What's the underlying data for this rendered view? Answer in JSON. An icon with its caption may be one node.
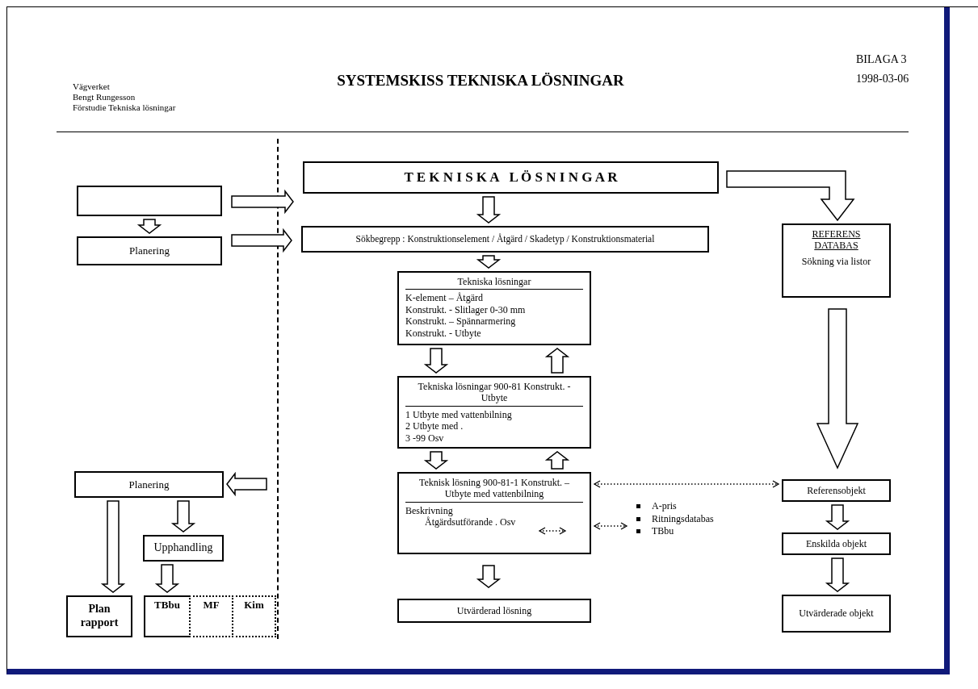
{
  "diagram": {
    "title": "SYSTEMSKISS TEKNISKA LÖSNINGAR",
    "nodes": [
      {
        "text": [],
        "shape": "box"
      },
      {
        "text": [
          "Planering"
        ]
      },
      {
        "text": [
          "T E K N I S K A   L Ö S N I N G A R"
        ]
      },
      {
        "text": [
          "Sökbegrepp : Konstruktionselement / Åtgärd / Skadetyp / Konstruktionsmaterial"
        ]
      },
      {
        "text": [
          "Tekniska lösningar",
          "K-element – Åtgärd",
          "Konstrukt. - Slitlager 0-30 mm",
          "Konstrukt. – Spännarmering",
          "Konstrukt. - Utbyte"
        ]
      },
      {
        "text": [
          "Tekniska lösningar 900-81 Konstrukt. - Utbyte",
          "1 Utbyte med vattenbilning",
          "2 Utbyte med .",
          "3 -99 Osv"
        ]
      },
      {
        "text": [
          "Teknisk lösning 900-81-1 Konstrukt. – Utbyte med vattenbilning",
          "Beskrivning",
          "Åtgärdsutförande . Osv"
        ]
      },
      {
        "text": [
          "Utvärderad lösning"
        ]
      },
      {
        "text": [
          "REFERENS DATABAS",
          "Sökning via listor"
        ]
      },
      {
        "text": [
          "Referensobjekt"
        ]
      },
      {
        "text": [
          "Enskilda objekt"
        ]
      },
      {
        "text": [
          "Utvärderade objekt"
        ]
      },
      {
        "text": [
          "A-pris",
          "Ritningsdatabas",
          "TBbu"
        ]
      },
      {
        "text": [
          "Planering"
        ]
      },
      {
        "text": [
          "Upphandling"
        ]
      },
      {
        "text": [
          "Plan rapport"
        ]
      },
      {
        "text": [
          "TBbu"
        ]
      },
      {
        "text": [
          "MF"
        ]
      },
      {
        "text": [
          "Kim"
        ]
      }
    ],
    "edges": [
      {
        "from": 0,
        "to": 1,
        "arrow": "to"
      },
      {
        "from": 0,
        "to": 2,
        "arrow": "to"
      },
      {
        "from": 1,
        "to": 3,
        "arrow": "to"
      },
      {
        "from": 2,
        "to": 3,
        "arrow": "to"
      },
      {
        "from": 3,
        "to": 4,
        "arrow": "to"
      },
      {
        "from": 4,
        "to": 5,
        "arrow": "to"
      },
      {
        "from": 5,
        "to": 4,
        "arrow": "to"
      },
      {
        "from": 5,
        "to": 6,
        "arrow": "to"
      },
      {
        "from": 6,
        "to": 5,
        "arrow": "to"
      },
      {
        "from": 6,
        "to": 7,
        "arrow": "to"
      },
      {
        "from": 2,
        "to": 8,
        "arrow": "to"
      },
      {
        "from": 8,
        "to": 9,
        "arrow": "to"
      },
      {
        "from": 9,
        "to": 10,
        "arrow": "to"
      },
      {
        "from": 10,
        "to": 11,
        "arrow": "to"
      },
      {
        "from": 6,
        "to": 9,
        "arrow": "both",
        "style": "dashed"
      },
      {
        "from": 6,
        "to": 12,
        "arrow": "both",
        "style": "dashed"
      },
      {
        "from": null,
        "to": 13,
        "arrow": "to"
      },
      {
        "from": 13,
        "to": 14,
        "arrow": "to"
      },
      {
        "from": 13,
        "to": 15,
        "arrow": "to"
      },
      {
        "from": 14,
        "to": 16,
        "arrow": "to"
      }
    ],
    "labels": [
      "Vägverket",
      "Bengt Rungesson",
      "Förstudie Tekniska lösningar",
      "BILAGA 3",
      "1998-03-06"
    ]
  }
}
